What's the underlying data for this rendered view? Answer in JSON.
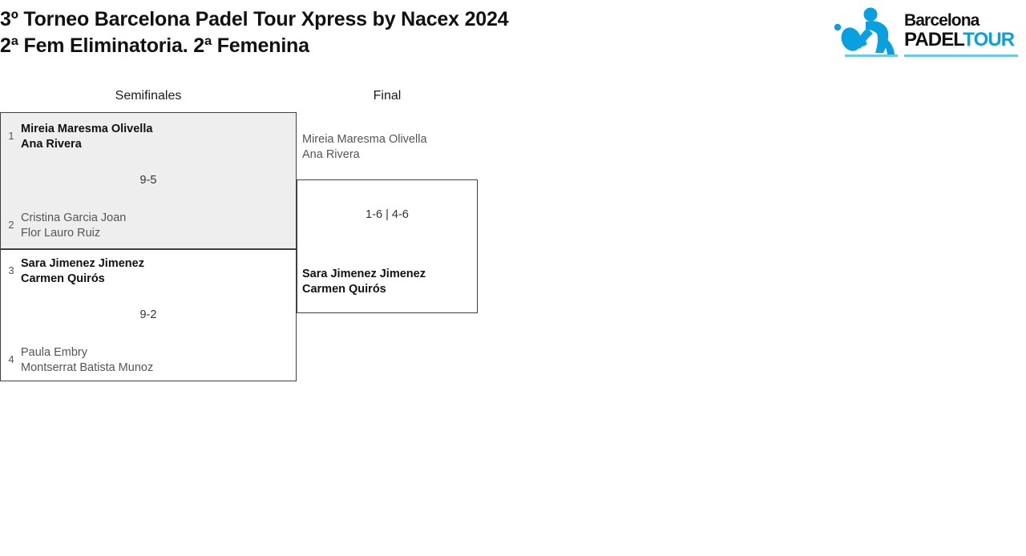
{
  "header": {
    "title_line_1": "3º Torneo Barcelona Padel Tour Xpress by Nacex 2024",
    "title_line_2": "2ª Fem Eliminatoria. 2ª Femenina"
  },
  "logo": {
    "word_1": "Barcelona",
    "word_2_dark": "PADEL",
    "word_2_accent": "TOUR",
    "accent_color": "#0aa0e0",
    "mark_color": "#0aa0e0",
    "underline_color": "#6fc6ee",
    "mark_icon": "padel-player-silhouette-icon"
  },
  "bracket": {
    "rounds": [
      {
        "id": "semifinals",
        "label": "Semifinales"
      },
      {
        "id": "final",
        "label": "Final"
      }
    ],
    "semifinals": [
      {
        "id": "sf-1",
        "highlighted": true,
        "score": "9-5",
        "teams": [
          {
            "seed": "1",
            "result": "winner",
            "player_1": "Mireia Maresma Olivella",
            "player_2": "Ana Rivera"
          },
          {
            "seed": "2",
            "result": "loser",
            "player_1": "Cristina Garcia Joan",
            "player_2": "Flor Lauro Ruiz"
          }
        ]
      },
      {
        "id": "sf-2",
        "highlighted": false,
        "score": "9-2",
        "teams": [
          {
            "seed": "3",
            "result": "winner",
            "player_1": "Sara Jimenez Jimenez",
            "player_2": "Carmen Quirós"
          },
          {
            "seed": "4",
            "result": "loser",
            "player_1": "Paula Embry",
            "player_2": "Montserrat Batista Munoz"
          }
        ]
      }
    ],
    "final": {
      "id": "final-1",
      "score": "1-6 | 4-6",
      "teams": [
        {
          "result": "loser",
          "player_1": "Mireia Maresma Olivella",
          "player_2": "Ana Rivera"
        },
        {
          "result": "winner",
          "player_1": "Sara Jimenez Jimenez",
          "player_2": "Carmen Quirós"
        }
      ]
    }
  }
}
